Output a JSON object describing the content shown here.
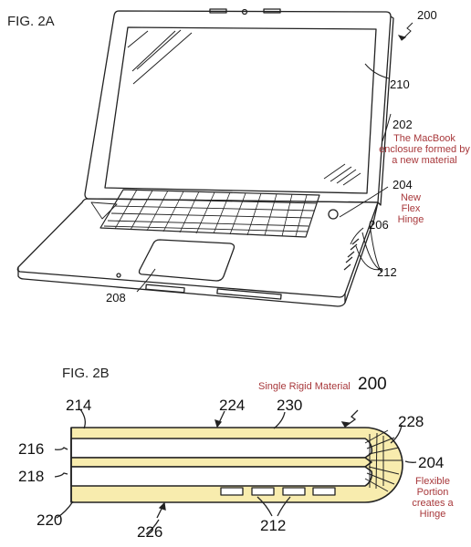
{
  "fig_a": {
    "title": "FIG. 2A",
    "labels": {
      "n200": "200",
      "n210": "210",
      "n202": "202",
      "n204": "204",
      "n206": "206",
      "n208": "208",
      "n212": "212"
    },
    "annotations": {
      "enclosure": "The MacBook enclosure formed by a new material",
      "hinge": "New Flex Hinge"
    }
  },
  "fig_b": {
    "title": "FIG. 2B",
    "labels": {
      "n200": "200",
      "n214": "214",
      "n216": "216",
      "n218": "218",
      "n220": "220",
      "n224": "224",
      "n226": "226",
      "n228": "228",
      "n230": "230",
      "n204": "204",
      "n212": "212"
    },
    "annotations": {
      "rigid": "Single Rigid Material",
      "flexible": "Flexible Portion creates a Hinge"
    }
  },
  "colors": {
    "accent_text": "#a8383b",
    "enclosure_fill": "#f8ecae",
    "line": "#222222"
  }
}
